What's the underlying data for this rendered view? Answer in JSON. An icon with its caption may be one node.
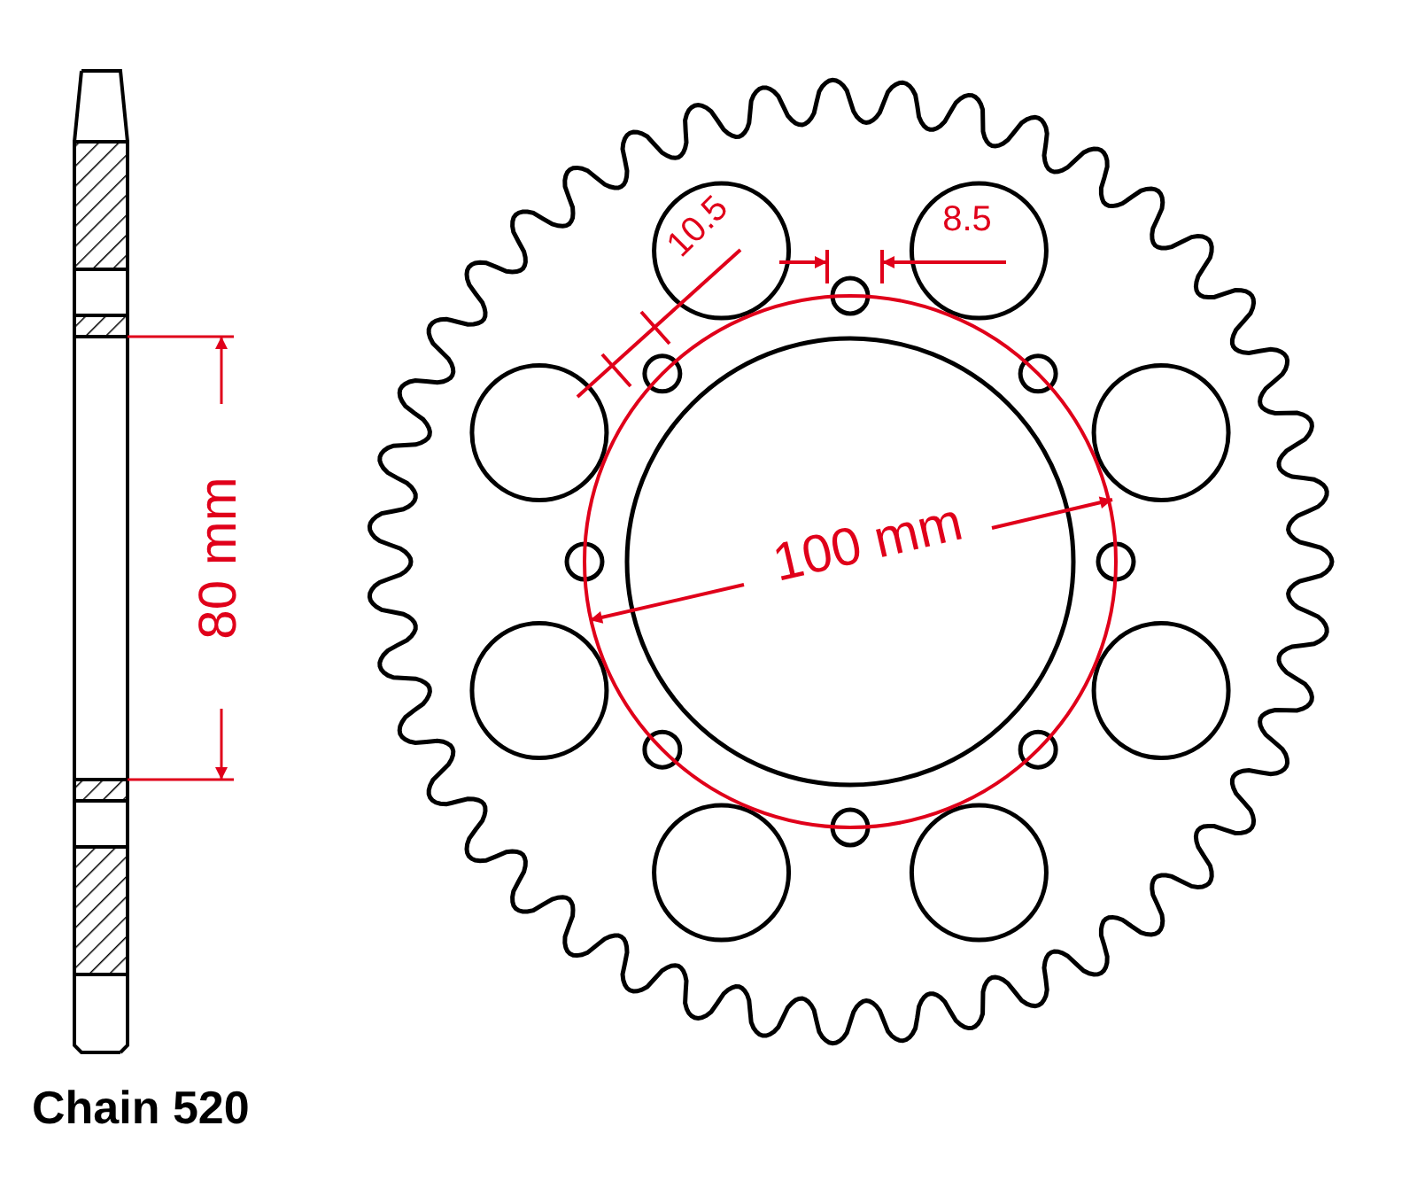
{
  "diagram": {
    "labels": [
      "80 mm",
      "10.5",
      "8.5",
      "100 mm",
      "Chain 520"
    ]
  }
}
